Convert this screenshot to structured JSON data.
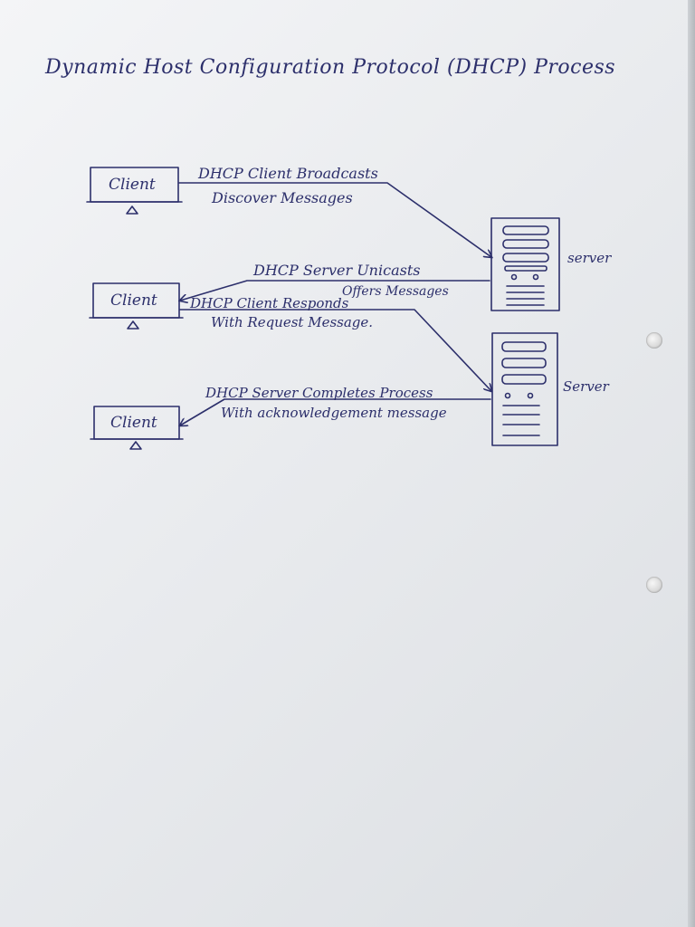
{
  "title": "Dynamic Host Configuration Protocol (DHCP) Process",
  "nodes": {
    "client_1": "Client",
    "client_2": "Client",
    "client_3": "Client",
    "server_1": "server",
    "server_2": "Server"
  },
  "messages": [
    {
      "line1": "DHCP Client Broadcasts",
      "line2": "Discover Messages"
    },
    {
      "line1": "DHCP Server Unicasts",
      "line2": "Offers Messages"
    },
    {
      "line1": "DHCP Client Responds",
      "line2": "With Request Message."
    },
    {
      "line1": "DHCP Server Completes Process",
      "line2": "With acknowledgement message"
    }
  ],
  "ink_color": "#2c2f6b"
}
